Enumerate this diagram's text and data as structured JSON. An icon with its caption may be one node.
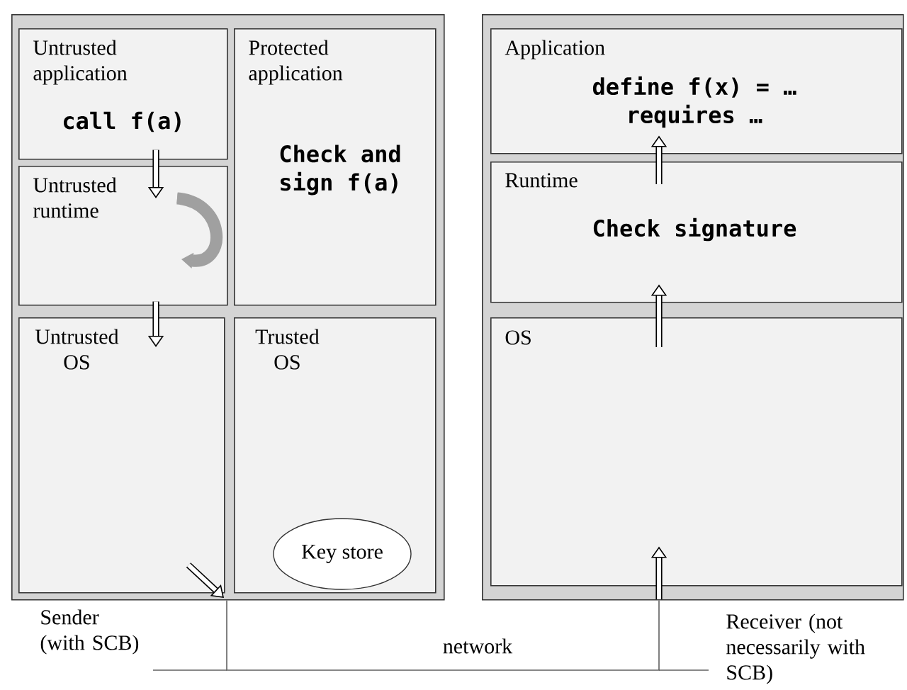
{
  "diagram": {
    "nodes": [
      {
        "text": [],
        "shape": "box",
        "beside": [
          "Sender (with SCB)"
        ]
      },
      {
        "text": [
          "Untrusted application",
          "call f(a)"
        ],
        "in": 0
      },
      {
        "text": [
          "Protected application",
          "Check and sign f(a)"
        ],
        "in": 0
      },
      {
        "text": [
          "Untrusted runtime"
        ],
        "in": 0
      },
      {
        "text": [
          "Untrusted OS"
        ],
        "in": 0
      },
      {
        "text": [
          "Trusted OS"
        ],
        "in": 0
      },
      {
        "text": [
          "Key store"
        ],
        "in": 5
      },
      {
        "text": [],
        "shape": "box",
        "beside": [
          "Receiver (not necessarily with SCB)"
        ]
      },
      {
        "text": [
          "Application",
          "define f(x) = … requires …"
        ],
        "in": 7
      },
      {
        "text": [
          "Runtime",
          "Check signature"
        ],
        "in": 7
      },
      {
        "text": [
          "OS"
        ],
        "in": 7
      }
    ],
    "edges": [
      {
        "from": 1,
        "to": 3,
        "arrow": "to"
      },
      {
        "from": 3,
        "to": 4,
        "arrow": "to"
      },
      {
        "from": 3,
        "to": 3,
        "arrow": "to",
        "style": "thick",
        "color": "#a0a0a0"
      },
      {
        "from": 4,
        "to": null,
        "arrow": "to"
      },
      {
        "from": 0,
        "to": 7,
        "arrow": "none",
        "label": "network",
        "color": "#606060"
      },
      {
        "from": null,
        "to": 10,
        "arrow": "to"
      },
      {
        "from": 10,
        "to": 9,
        "arrow": "to"
      },
      {
        "from": 9,
        "to": 8,
        "arrow": "to"
      }
    ]
  }
}
